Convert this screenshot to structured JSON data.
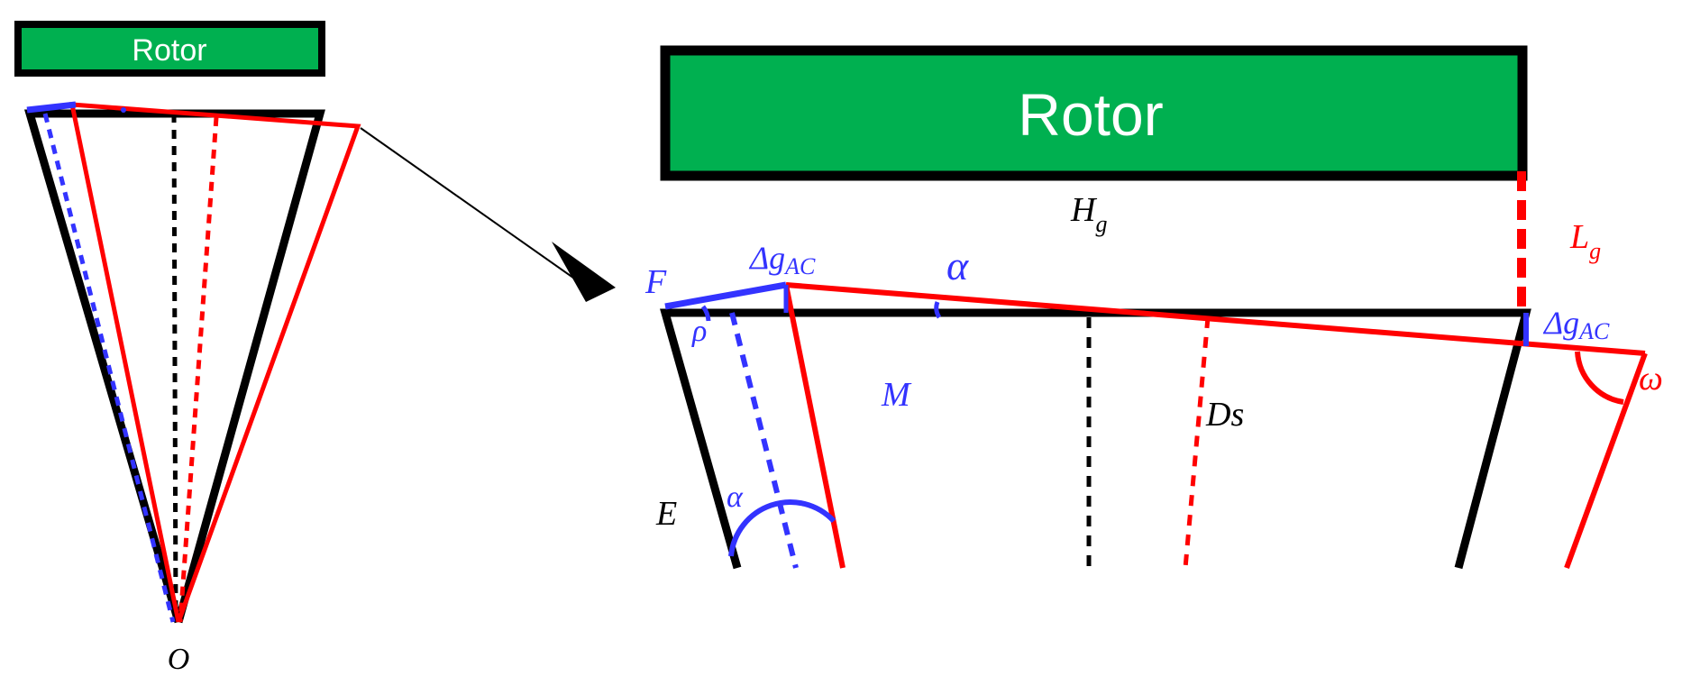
{
  "rotor_left_label": "Rotor",
  "rotor_right_label": "Rotor",
  "labels": {
    "O": "O",
    "Hg_main": "H",
    "Hg_sub": "g",
    "Lg_main": "L",
    "Lg_sub": "g",
    "F": "F",
    "delta_g_ac_left_main": "Δg",
    "delta_g_ac_left_sub": "AC",
    "delta_g_ac_right_main": "Δg",
    "delta_g_ac_right_sub": "AC",
    "alpha_top": "α",
    "rho": "ρ",
    "M": "M",
    "Ds": "Ds",
    "omega": "ω",
    "E": "E",
    "alpha_bottom": "α"
  },
  "colors": {
    "rotor_fill": "#00b050",
    "outline": "#000000",
    "red": "#ff0000",
    "blue": "#3333ff",
    "rotor_text": "#ffffff"
  }
}
